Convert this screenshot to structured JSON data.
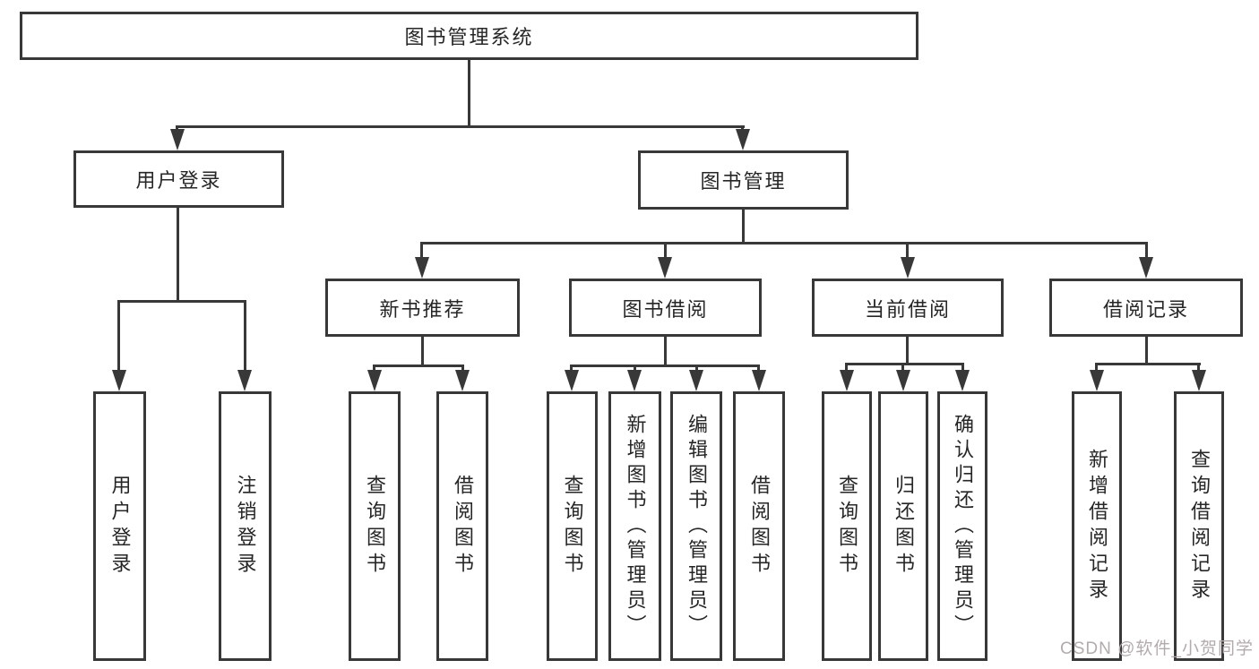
{
  "page": {
    "background": "#ffffff"
  },
  "nodes": {
    "root": {
      "label": "图书管理系统"
    },
    "user_login": {
      "label": "用户登录"
    },
    "book_management": {
      "label": "图书管理"
    },
    "new_book_recommendation": {
      "label": "新书推荐"
    },
    "book_borrowing": {
      "label": "图书借阅"
    },
    "current_borrowing": {
      "label": "当前借阅"
    },
    "borrowing_records": {
      "label": "借阅记录"
    }
  },
  "leaf": {
    "user_login": "用户登录",
    "logout": "注销登录",
    "recommend_query_books": "查询图书",
    "recommend_borrow_books": "借阅图书",
    "borrow_query_books": "查询图书",
    "borrow_add_book_admin": "新增图书（管理员）",
    "borrow_edit_book_admin": "编辑图书（管理员）",
    "borrow_borrow_books": "借阅图书",
    "current_query_books": "查询图书",
    "current_return_book": "归还图书",
    "current_confirm_return_admin": "确认归还（管理员）",
    "records_add_record": "新增借阅记录",
    "records_query_record": "查询借阅记录"
  },
  "watermark": "CSDN @软件_小贺同学",
  "colors": {
    "line": "#383838",
    "text": "#262626",
    "watermark": "#b3abab"
  }
}
